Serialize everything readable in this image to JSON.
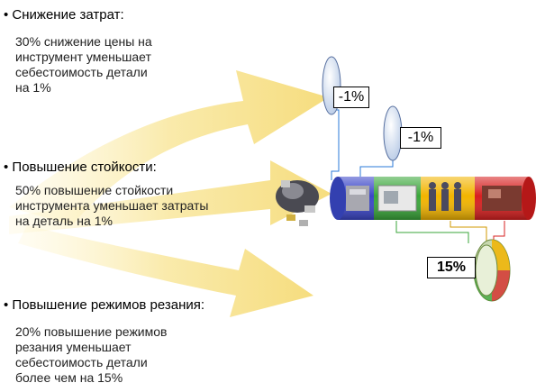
{
  "section1": {
    "heading": "• Снижение затрат:",
    "lines": [
      "30% снижение цены на",
      "инструмент уменьшает",
      "себестоимость детали",
      "на 1%"
    ],
    "label": "-1%"
  },
  "section2": {
    "heading": "• Повышение стойкости:",
    "lines": [
      "50% повышение стойкости",
      "инструмента уменьшает затраты",
      "на деталь на 1%"
    ],
    "label": "-1%"
  },
  "section3": {
    "heading": "• Повышение режимов резания:",
    "lines": [
      "20% повышение режимов",
      "резания уменьшает",
      "себестоимость детали",
      "более чем на 15%"
    ],
    "label": "15%"
  },
  "colors": {
    "arrow": "#f7e08a",
    "segment_blue": "#3b46c8",
    "segment_yellow": "#f2b400",
    "segment_green": "#3aa63a",
    "segment_red": "#d72020",
    "disc": "#d8e4f5"
  }
}
